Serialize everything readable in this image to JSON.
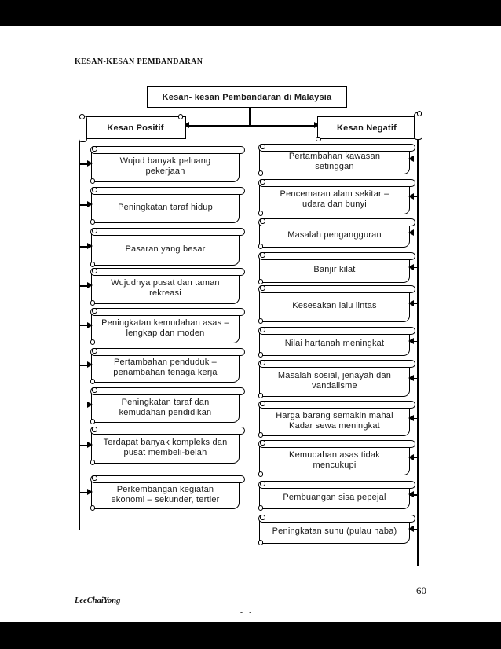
{
  "page": {
    "heading": "KESAN-KESAN PEMBANDARAN",
    "page_number": "60",
    "author": "LeeChaiYong",
    "footer_marks": "- -"
  },
  "diagram": {
    "title": "Kesan- kesan Pembandaran di Malaysia",
    "positive_header": "Kesan Positif",
    "negative_header": "Kesan Negatif",
    "positive_items": [
      "Wujud banyak peluang pekerjaan",
      "Peningkatan taraf hidup",
      "Pasaran yang besar",
      "Wujudnya pusat dan taman rekreasi",
      "Peningkatan kemudahan asas – lengkap dan moden",
      "Pertambahan penduduk – penambahan tenaga kerja",
      "Peningkatan taraf dan kemudahan pendidikan",
      "Terdapat banyak kompleks dan pusat membeli-belah",
      "Perkembangan kegiatan ekonomi – sekunder, tertier"
    ],
    "negative_items": [
      "Pertambahan kawasan setinggan",
      "Pencemaran alam sekitar – udara dan bunyi",
      "Masalah pengangguran",
      "Banjir kilat",
      "Kesesakan lalu lintas",
      "Nilai hartanah meningkat",
      "Masalah sosial, jenayah dan vandalisme",
      "Harga barang semakin mahal Kadar sewa meningkat",
      "Kemudahan asas tidak mencukupi",
      "Pembuangan sisa pepejal",
      "Peningkatan suhu (pulau haba)"
    ]
  },
  "colors": {
    "ink": "#1a1a1a",
    "paper": "#ffffff",
    "letterbox": "#000000"
  }
}
